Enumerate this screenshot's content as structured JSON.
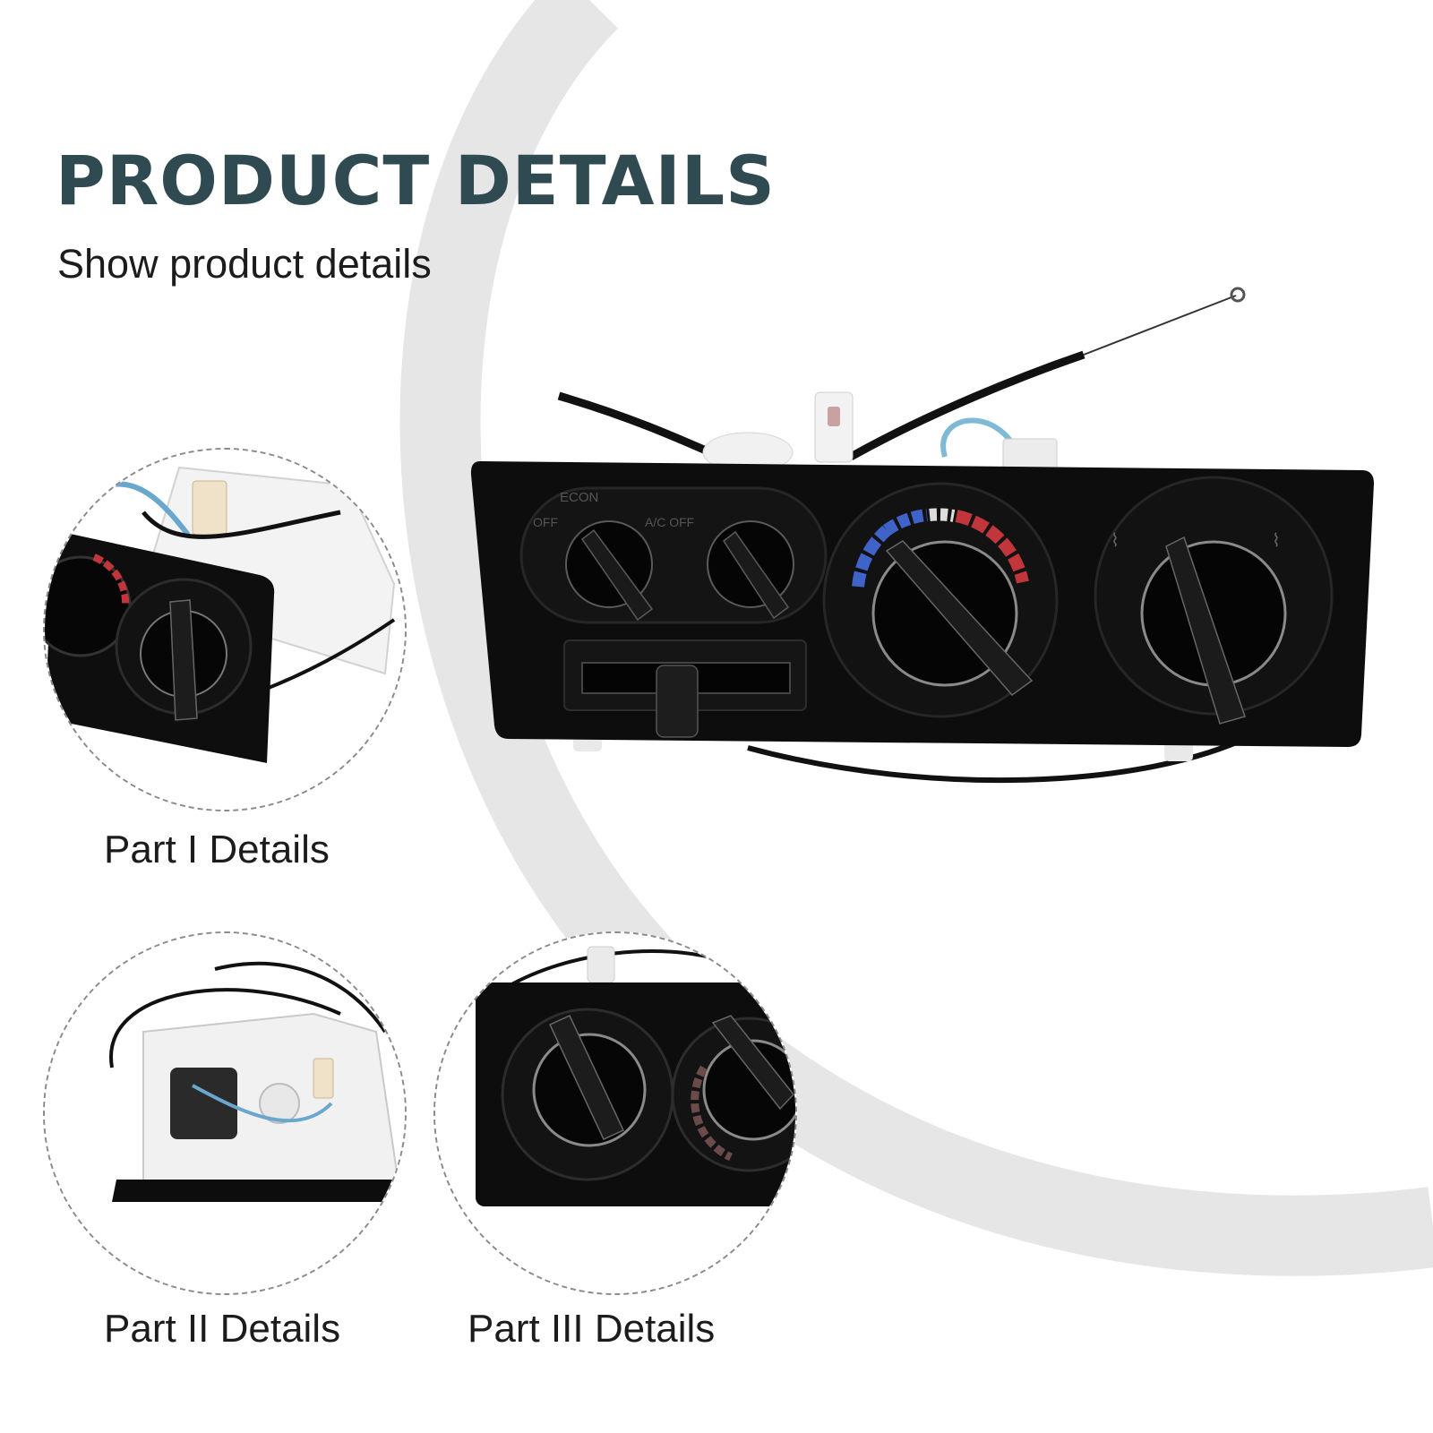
{
  "header": {
    "title": "PRODUCT DETAILS",
    "subtitle": "Show product details"
  },
  "details": [
    {
      "caption": "Part I Details"
    },
    {
      "caption": "Part II Details"
    },
    {
      "caption": "Part III Details"
    }
  ],
  "panel": {
    "labels": {
      "econ": "ECON",
      "off_left": "OFF",
      "ac_off": "A/C OFF"
    }
  },
  "colors": {
    "title": "#2f4a50",
    "cold": "#3f63c9",
    "hot": "#c0363a",
    "panel": "#0c0c0c"
  }
}
